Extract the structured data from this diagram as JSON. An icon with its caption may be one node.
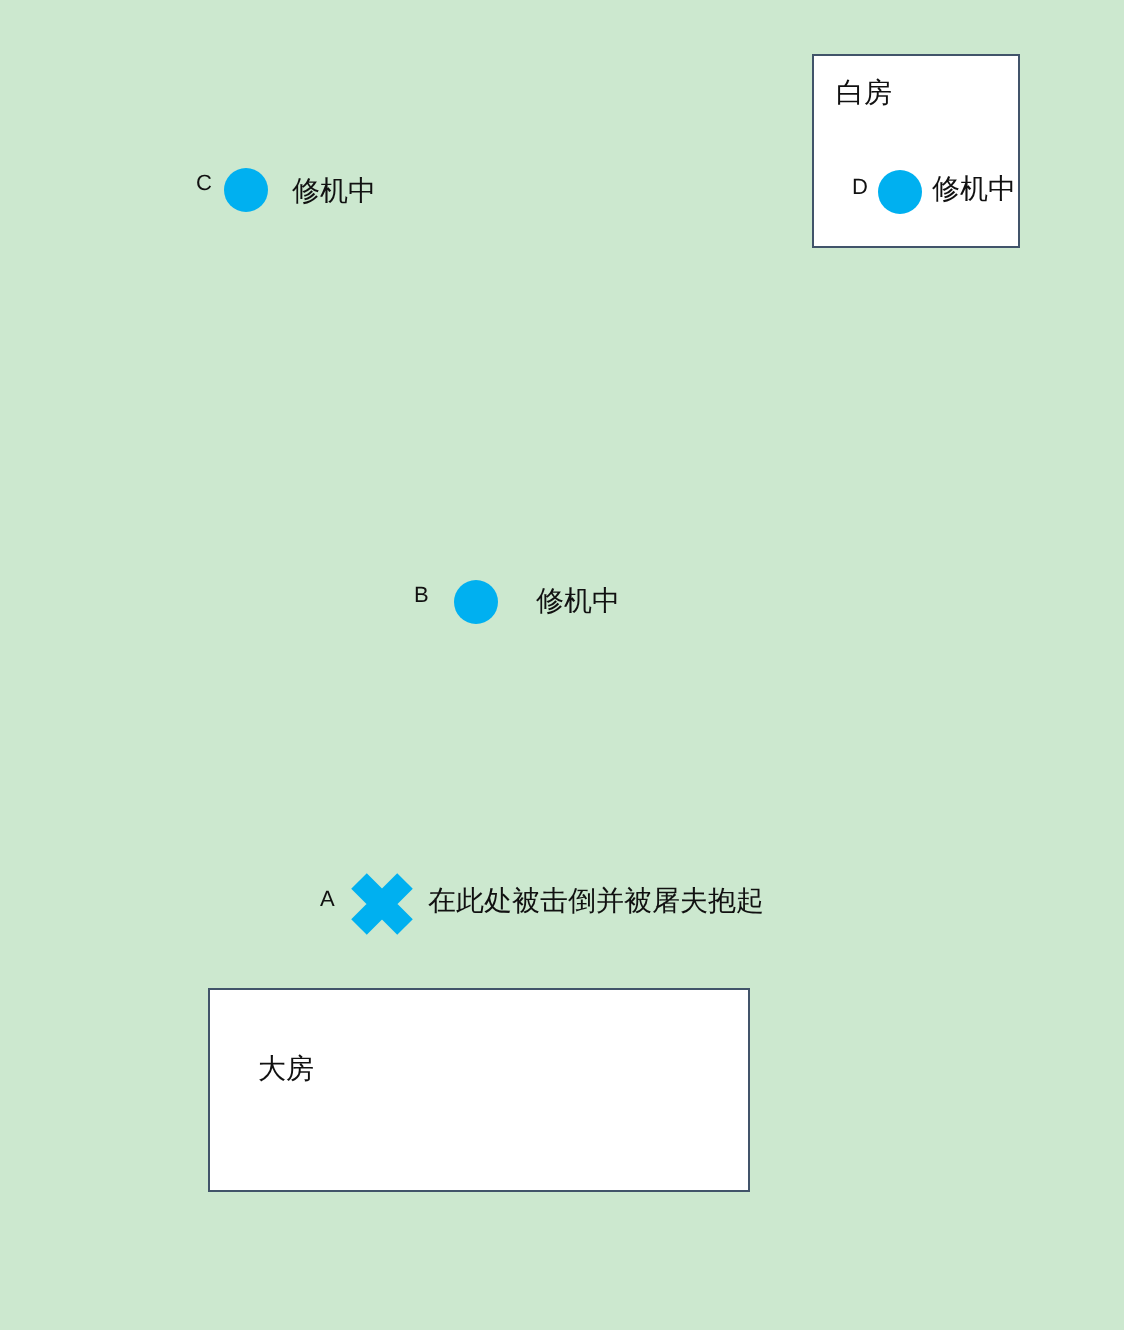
{
  "diagram": {
    "nodes": [
      {
        "text": [
          "白房"
        ]
      },
      {
        "text": [],
        "shape": "circle",
        "beside": [
          "C",
          "修机中"
        ]
      },
      {
        "text": [],
        "shape": "circle",
        "in": 0,
        "beside": [
          "D",
          "修机中"
        ]
      },
      {
        "text": [],
        "shape": "circle",
        "beside": [
          "B",
          "修机中"
        ]
      },
      {
        "text": [],
        "shape": "cross",
        "beside": [
          "A",
          "在此处被击倒并被屠夫抱起"
        ]
      },
      {
        "text": [
          "大房"
        ]
      }
    ]
  }
}
